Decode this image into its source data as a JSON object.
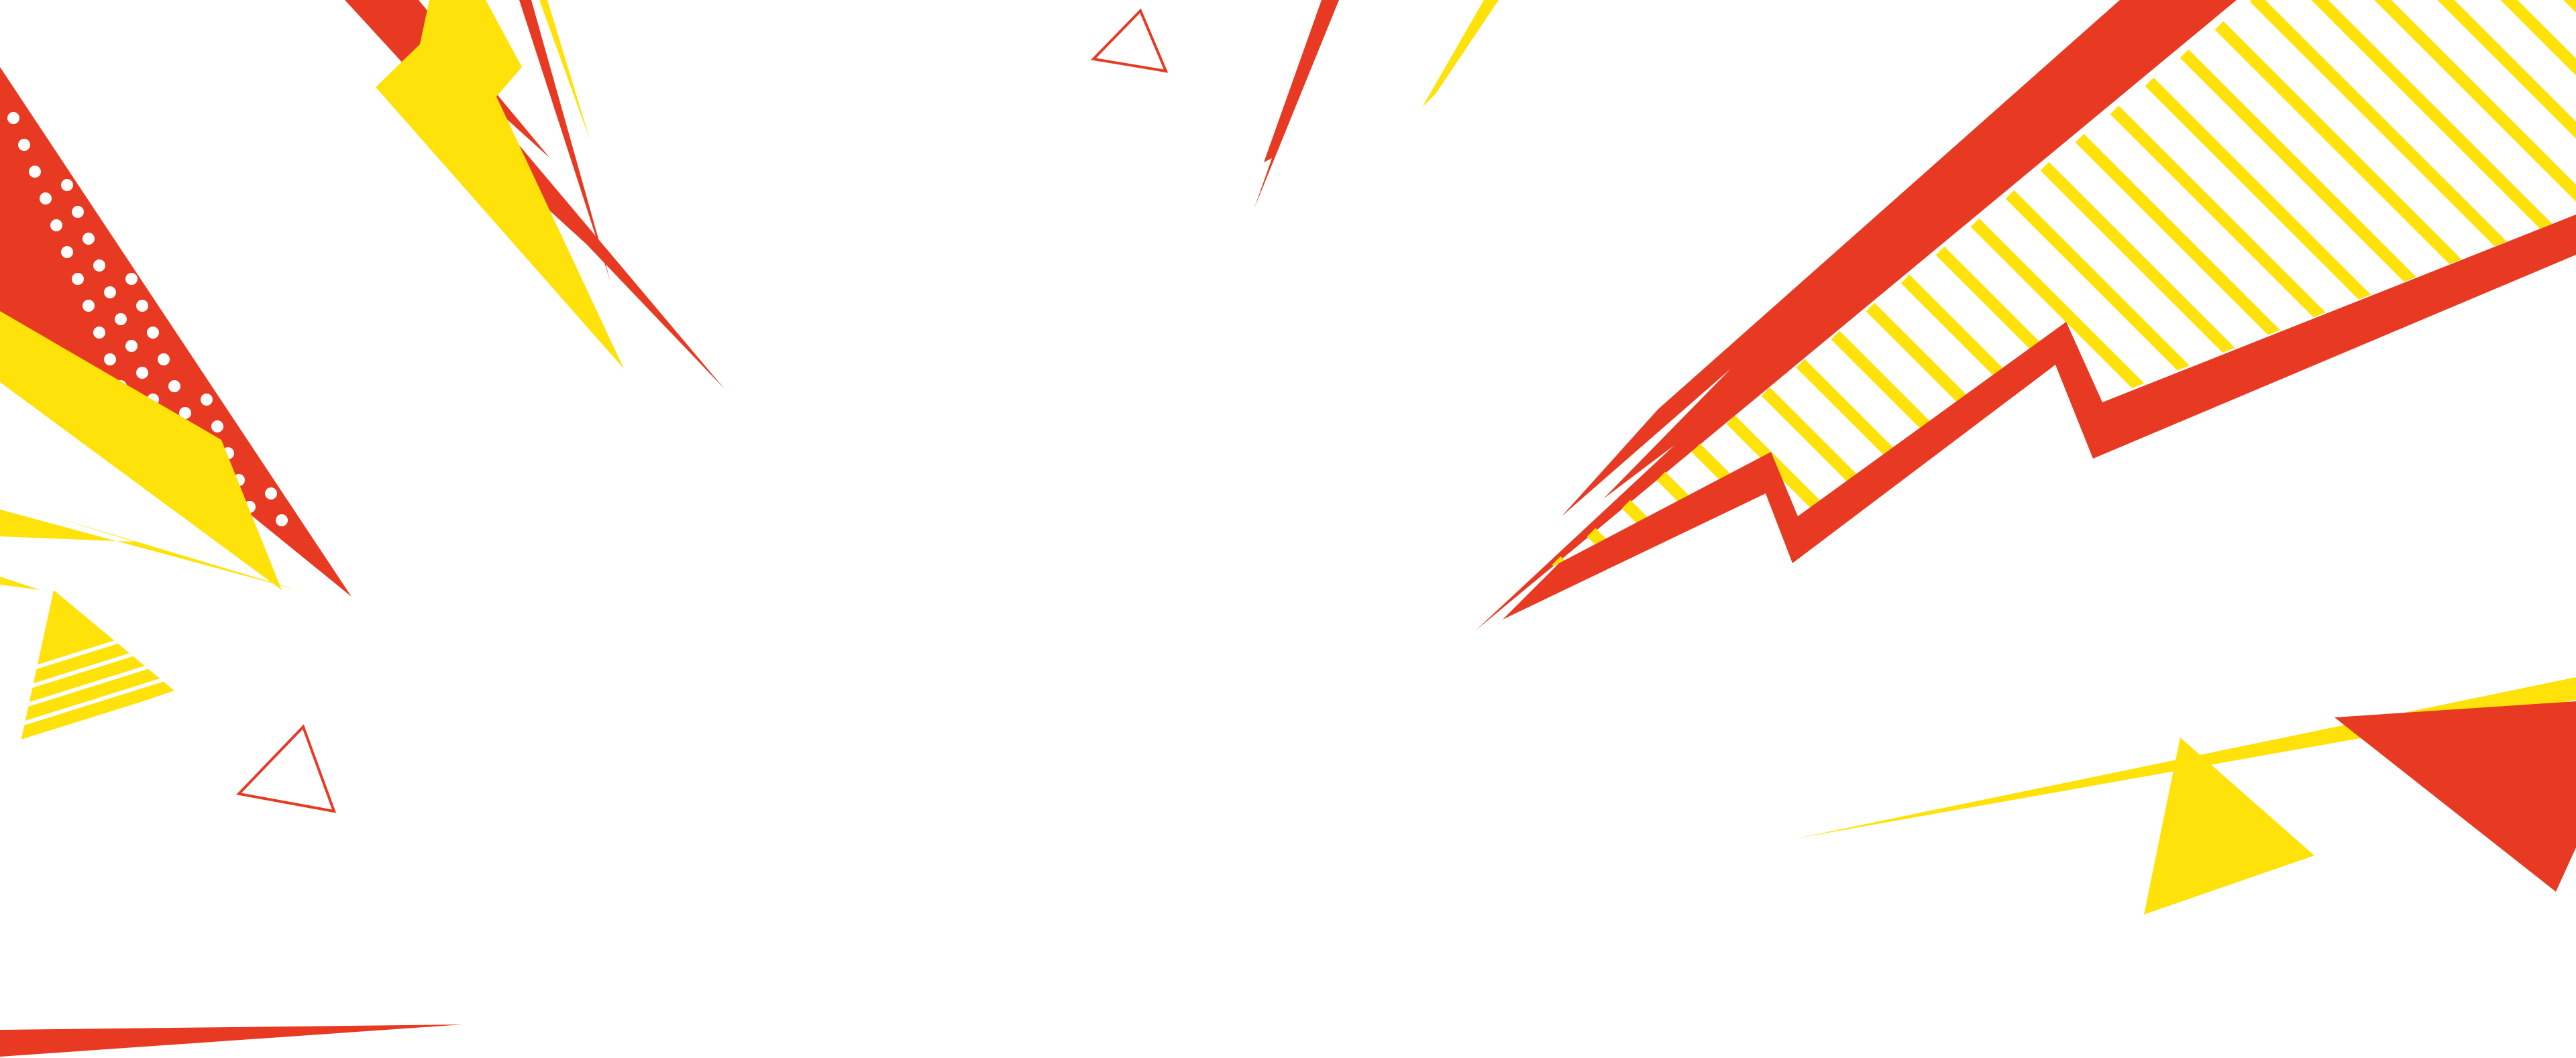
{
  "colors": {
    "background": "#ffffff",
    "red": "#e83a22",
    "yellow": "#ffe20a",
    "dots": "#ffffff"
  },
  "icons": [
    "lightning-bolt-shape",
    "triangle-outline",
    "polka-dot-band",
    "diagonal-stripes",
    "zigzag-band"
  ]
}
